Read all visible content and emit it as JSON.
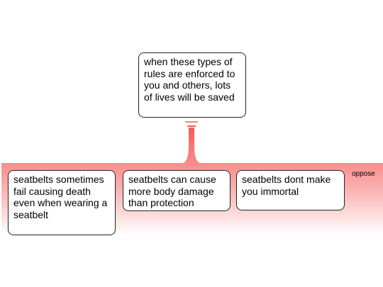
{
  "claim": {
    "text": "when these types of rules are enforced to you and others, lots of lives will be saved"
  },
  "group": {
    "label": "oppose",
    "color_top": "#f55a5a",
    "color_bottom": "#ffffff"
  },
  "children": [
    {
      "text": "seatbelts sometimes fail causing death even when wearing a seatbelt"
    },
    {
      "text": "seatbelts can cause more body damage than protection"
    },
    {
      "text": "seatbelts dont make you immortal"
    }
  ]
}
